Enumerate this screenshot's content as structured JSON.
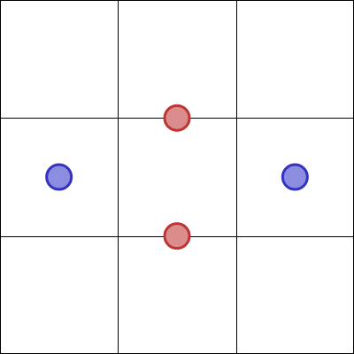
{
  "board": {
    "rows": 3,
    "cols": 3,
    "background": "#ffffff",
    "line_color": "#000000"
  },
  "pieces": [
    {
      "name": "red-piece-top",
      "color": "red",
      "row": 1,
      "col": 1.5,
      "fill": "#db8c8c",
      "stroke": "#bf3333"
    },
    {
      "name": "blue-piece-left",
      "color": "blue",
      "row": 1.5,
      "col": 0.5,
      "fill": "#8c8ce0",
      "stroke": "#3333bf"
    },
    {
      "name": "blue-piece-right",
      "color": "blue",
      "row": 1.5,
      "col": 2.5,
      "fill": "#8c8ce0",
      "stroke": "#3333bf"
    },
    {
      "name": "red-piece-bottom",
      "color": "red",
      "row": 2,
      "col": 1.5,
      "fill": "#db8c8c",
      "stroke": "#bf3333"
    }
  ]
}
